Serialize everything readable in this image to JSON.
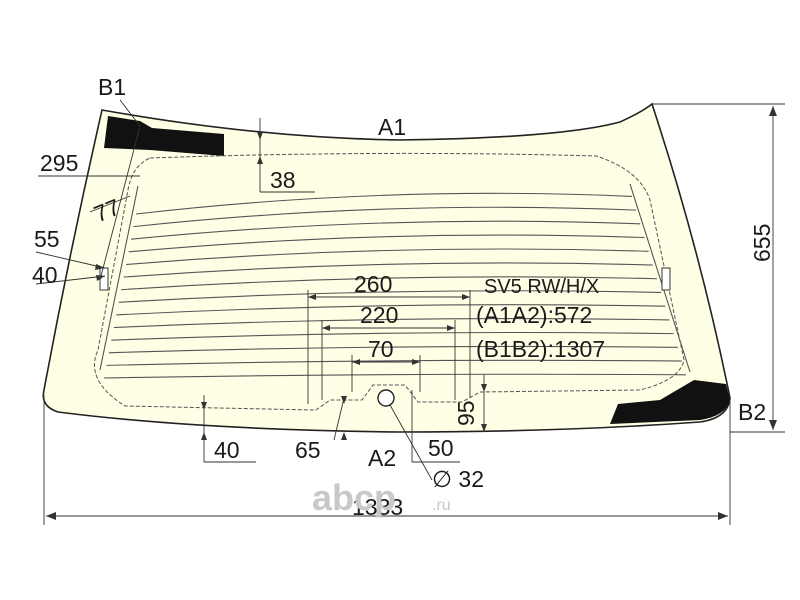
{
  "diagram": {
    "labels": {
      "b1": "B1",
      "a1": "A1",
      "b2": "B2",
      "a2": "A2",
      "d295": "295",
      "d77": "77",
      "d55": "55",
      "d40_left": "40",
      "d38": "38",
      "d655": "655",
      "d260": "260",
      "d220": "220",
      "d70": "70",
      "d95": "95",
      "d40_bottom": "40",
      "d65": "65",
      "d50": "50",
      "d32": "∅ 32",
      "d1333": "1333",
      "code": "SV5 RW/H/X",
      "a1a2": "(A1A2):572",
      "b1b2": "(B1B2):1307"
    },
    "watermark": {
      "brand": "abcp",
      "suffix": ".ru"
    },
    "colors": {
      "glass_fill": "#ffffe6",
      "outline": "#222222",
      "black_print": "#111111",
      "heater_lines": "#555555"
    },
    "heater_line_count": 14
  }
}
